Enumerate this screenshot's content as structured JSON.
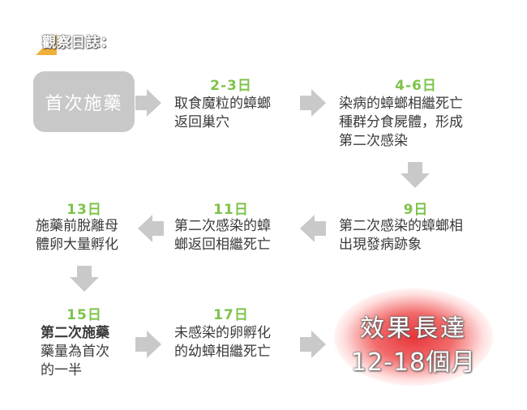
{
  "title": "觀察日誌：",
  "start": {
    "label": "首次施藥"
  },
  "steps": [
    {
      "day": "2-3日",
      "lines": [
        "取食魔粒的蟑螂",
        "返回巢穴"
      ]
    },
    {
      "day": "4-6日",
      "lines": [
        "染病的蟑螂相繼死亡",
        "種群分食屍體，形成",
        "第二次感染"
      ]
    },
    {
      "day": "9日",
      "lines": [
        "第二次感染的蟑螂相",
        "出現發病跡象"
      ]
    },
    {
      "day": "11日",
      "lines": [
        "第二次感染的蟑",
        "螂返回相繼死亡"
      ]
    },
    {
      "day": "13日",
      "lines": [
        "施藥前脫離母",
        "體卵大量孵化"
      ]
    },
    {
      "day": "15日",
      "lines": [
        "第二次施藥",
        "藥量為首次",
        "的一半"
      ]
    },
    {
      "day": "17日",
      "lines": [
        "未感染的卵孵化",
        "的幼蟑相繼死亡"
      ]
    }
  ],
  "result": {
    "line1": "效果長達",
    "line2": "12-18個月"
  },
  "colors": {
    "day_green": "#7ec34a",
    "arrow_gray": "#c9c9c9",
    "box_gray": "#c8c8c8",
    "glow_red": "#e8353a",
    "title_orange": "#f0b13a"
  }
}
